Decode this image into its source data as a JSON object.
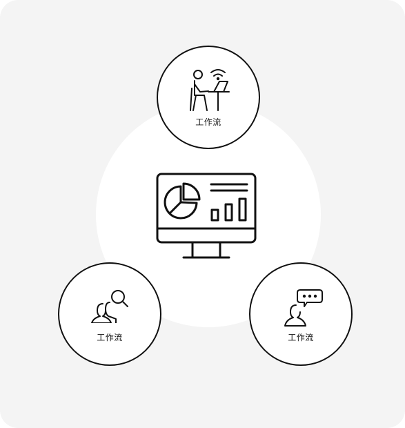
{
  "nodes": {
    "top": {
      "label": "工作流",
      "icon": "person-at-laptop-wifi-icon"
    },
    "left": {
      "label": "工作流",
      "icon": "users-search-icon"
    },
    "right": {
      "label": "工作流",
      "icon": "user-chat-bubble-icon"
    }
  },
  "center": {
    "icon": "monitor-analytics-icon"
  },
  "colors": {
    "background": "#f4f4f4",
    "stroke": "#111111",
    "blob": "#ffffff"
  }
}
